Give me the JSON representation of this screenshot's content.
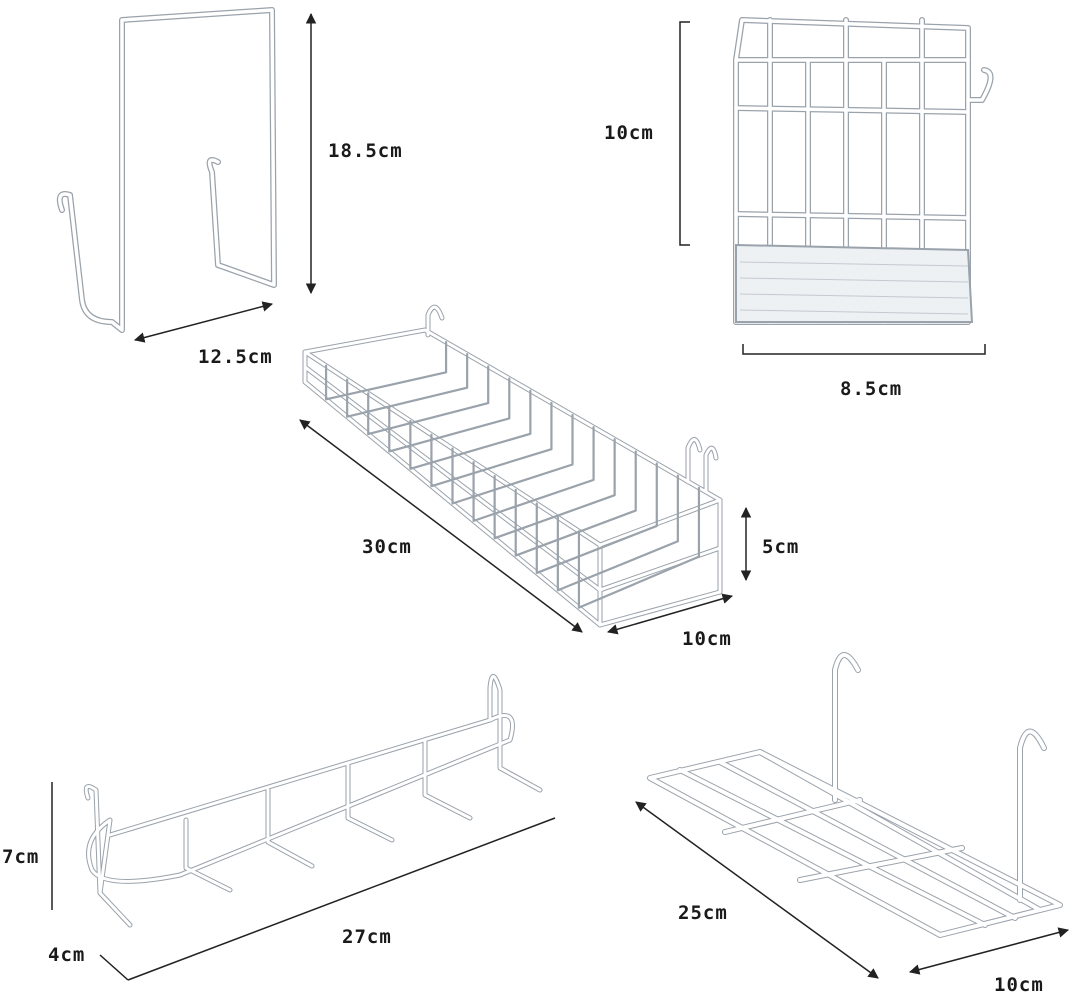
{
  "dimensions": {
    "hanger_height": "18.5cm",
    "hanger_width": "12.5cm",
    "cup_height": "10cm",
    "cup_width": "8.5cm",
    "basket_length": "30cm",
    "basket_height": "5cm",
    "basket_depth": "10cm",
    "hook_rail_height": "7cm",
    "hook_rail_depth": "4cm",
    "hook_rail_length": "27cm",
    "shelf_length": "25cm",
    "shelf_depth": "10cm"
  },
  "colors": {
    "wire": "#ffffff",
    "wire_shadow": "#9aa2ab",
    "dimension_line": "#222222",
    "text": "#1a1a1a"
  }
}
